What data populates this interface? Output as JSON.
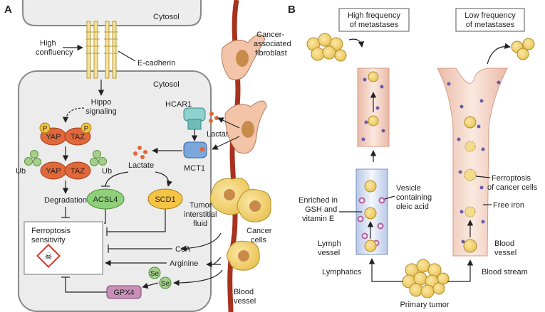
{
  "panel_a": {
    "label": "A",
    "cytosol_top": "Cytosol",
    "cytosol_main": "Cytosol",
    "high_confluency": [
      "High",
      "confluency"
    ],
    "e_cadherin": "E-cadherin",
    "hippo": [
      "Hippo",
      "signaling"
    ],
    "p1": "P",
    "p2": "P",
    "yap1": "YAP",
    "taz1": "TAZ",
    "yap2": "YAP",
    "taz2": "TAZ",
    "ub_left": "Ub",
    "ub_right": "Ub",
    "degradation": "Degradation",
    "ferroptosis": [
      "Ferroptosis",
      "sensitivity"
    ],
    "hcar1": "HCAR1",
    "mct1": "MCT1",
    "lactate_in": "Lactate",
    "lactate_out": "Lactate",
    "acsl4": "ACSL4",
    "scd1": "SCD1",
    "caf": [
      "Cancer-",
      "associated",
      "fibroblast"
    ],
    "tif": [
      "Tumor",
      "interstitial",
      "fluid"
    ],
    "coa": "CoA",
    "arginine": "Arginine",
    "se1": "Se",
    "se2": "Se",
    "gpx4": "GPX4",
    "cancer_cells": [
      "Cancer",
      "cells"
    ],
    "blood_vessel": [
      "Blood",
      "vessel"
    ],
    "colors": {
      "yap_taz": "#e0683a",
      "ub": "#a6d08a",
      "hcar1": "#8fd1cf",
      "mct1": "#7ba7dc",
      "acsl4": "#8fd07a",
      "scd1": "#f6c444",
      "gpx4": "#c890b9",
      "cell_yellow": "#f4d778",
      "nucleus": "#c88b4a",
      "vessel_red": "#a8321f",
      "hazard": "#d33a2c",
      "fibroblast": "#f3c4a8"
    }
  },
  "panel_b": {
    "label": "B",
    "high_box": [
      "High frequency",
      "of metastases"
    ],
    "low_box": [
      "Low frequency",
      "of metastases"
    ],
    "enriched": [
      "Enriched in",
      "GSH and",
      "vitamin E"
    ],
    "vesicle": [
      "Vesicle",
      "containing",
      "oleic acid"
    ],
    "lymph_vessel": [
      "Lymph",
      "vessel"
    ],
    "lymphatics": "Lymphatics",
    "primary_tumor": "Primary tumor",
    "blood_stream": "Blood stream",
    "blood_vessel": [
      "Blood",
      "vessel"
    ],
    "ferroptosis": [
      "Ferroptosis",
      "of cancer cells"
    ],
    "free_iron": "Free iron",
    "colors": {
      "lymph": "#dfe8f6",
      "vessel_pink": "#f3d4c6",
      "vessel_edge": "#d99a86",
      "iron": "#6a5ca8",
      "vesicle": "#b35e9b"
    }
  }
}
